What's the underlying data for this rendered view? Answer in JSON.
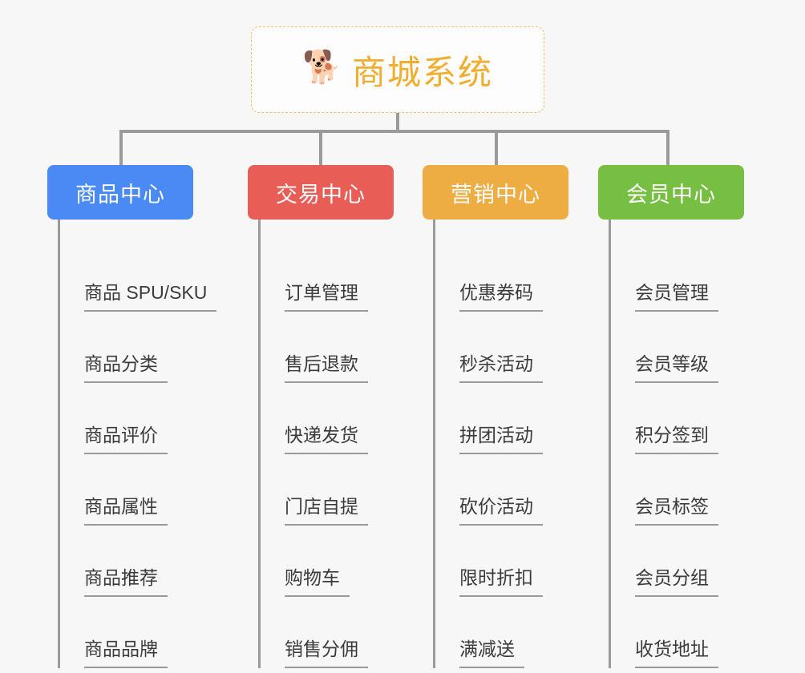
{
  "page": {
    "background_color": "#f7f7f7",
    "line_color": "#9a9a9a",
    "leaf_text_color": "#3b3b3b"
  },
  "root": {
    "icon": "shiba-dog-face-emoji",
    "emoji": "🐕",
    "title": "商城系统",
    "text_color": "#f0ad2e",
    "border_color": "#f0c06a",
    "background_color": "#fdfdfd"
  },
  "columns": [
    {
      "title": "商品中心",
      "color": "#4a8af4",
      "items": [
        "商品 SPU/SKU",
        "商品分类",
        "商品评价",
        "商品属性",
        "商品推荐",
        "商品品牌"
      ]
    },
    {
      "title": "交易中心",
      "color": "#e85d56",
      "items": [
        "订单管理",
        "售后退款",
        "快递发货",
        "门店自提",
        "购物车",
        "销售分佣"
      ]
    },
    {
      "title": "营销中心",
      "color": "#eead42",
      "items": [
        "优惠券码",
        "秒杀活动",
        "拼团活动",
        "砍价活动",
        "限时折扣",
        "满减送"
      ]
    },
    {
      "title": "会员中心",
      "color": "#76bf43",
      "items": [
        "会员管理",
        "会员等级",
        "积分签到",
        "会员标签",
        "会员分组",
        "收货地址"
      ]
    }
  ]
}
